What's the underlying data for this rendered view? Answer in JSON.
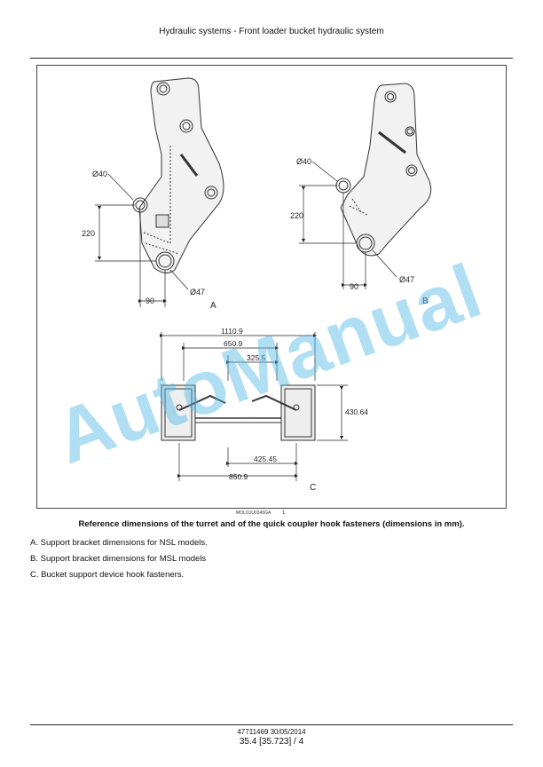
{
  "header": {
    "title": "Hydraulic systems - Front loader bucket hydraulic system"
  },
  "figure": {
    "panels": {
      "A": {
        "label": "A",
        "dims": {
          "hole_small": "Ø40",
          "vertical": "220",
          "horizontal": "90",
          "hole_large": "Ø47"
        }
      },
      "B": {
        "label": "B",
        "dims": {
          "hole_small": "Ø40",
          "vertical": "220",
          "horizontal": "90",
          "hole_large": "Ø47"
        }
      },
      "C": {
        "label": "C",
        "dims": {
          "overall": "1110.9",
          "d1": "650.9",
          "d2": "325.5",
          "height": "430.64",
          "d3": "425.45",
          "d4": "850.9"
        }
      }
    },
    "id": "MOLI11U0345GA",
    "number": "1",
    "caption": "Reference dimensions of the turret and of the quick coupler hook fasteners (dimensions in mm)."
  },
  "legend": {
    "items": [
      "A. Support bracket dimensions for NSL models.",
      "B. Support bracket dimensions for MSL models",
      "C. Bucket support device hook fasteners."
    ]
  },
  "footer": {
    "doc": "47711469 30/05/2014",
    "page": "35.4 [35.723] / 4"
  },
  "watermark": {
    "text": "AutoManual",
    "color": "#50b9e6"
  }
}
